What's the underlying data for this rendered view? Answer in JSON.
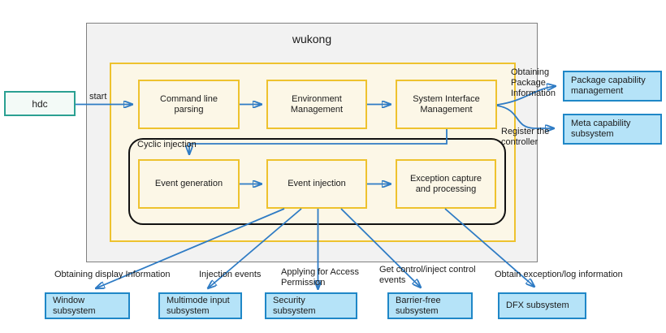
{
  "colors": {
    "arrow": "#2e7bc4",
    "container-fill": "#f2f2f2",
    "container-border": "#808080",
    "yellow-border": "#eec22e",
    "yellow-fill": "#fcf7e7",
    "teal-border": "#2ba092",
    "teal-fill": "#f3faf7",
    "blue-border": "#1f87c7",
    "blue-fill": "#b5e3f8"
  },
  "container": {
    "title": "wukong"
  },
  "hdc": {
    "label": "hdc"
  },
  "edges": {
    "start": "start",
    "obtaining_package": "Obtaining Package Information",
    "register_controller": "Register the controller",
    "obtaining_display": "Obtaining display Information",
    "injection_events": "Injection events",
    "applying_access": "Applying for Access Permission",
    "get_control": "Get control/inject control events",
    "obtain_exception": "Obtain exception/log information"
  },
  "pipeline": {
    "command_line": "Command line parsing",
    "environment": "Environment Management",
    "system_interface": "System Interface Management"
  },
  "cyclic": {
    "label": "Cyclic injection",
    "event_generation": "Event generation",
    "event_injection": "Event injection",
    "exception_capture": "Exception capture and processing"
  },
  "right": {
    "package_box": "Package capability management",
    "meta_box": "Meta capability subsystem"
  },
  "bottom": {
    "window_box": "Window subsystem",
    "multimode_box": "Multimode input subsystem",
    "security_box": "Security subsystem",
    "barrier_box": "Barrier-free subsystem",
    "dfx_box": "DFX subsystem"
  }
}
